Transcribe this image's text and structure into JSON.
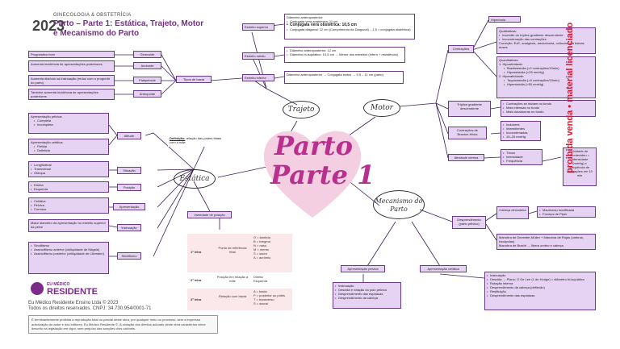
{
  "header": {
    "year": "2023",
    "subject": "GINECOLOGIA & OBSTETRÍCIA",
    "title": "Parto – Parte 1: Estática, Trajeto, Motor e Mecanismo do Parto"
  },
  "center": {
    "line1": "Parto",
    "line2": "Parte 1"
  },
  "hubs": {
    "trajeto": "Trajeto",
    "motor": "Motor",
    "estatica": "Estática",
    "mecanismo": "Mecanismo do Parto"
  },
  "trajeto": {
    "tipos_bacia": "Tipos de bacia",
    "bacia": [
      "Ginecoide",
      "Androide",
      "Platipeloide",
      "Antropoide"
    ],
    "bacia_desc": [
      "Prognóstico bom",
      "Aumenta incidência de apresentações posteriores",
      "Aumenta distócia na insinuação (reduz com o progredir do parto)",
      "Também aumenta incidência de apresentações posteriores"
    ],
    "estreitos": [
      "Estreito superior",
      "Estreito médio",
      "Estreito inferior"
    ],
    "sup_l1": "Diâmetro anteroposterior:",
    "sup_l2": "Conjugata vera anatômica: 11 cm",
    "sup_l3": "Conjugata vera obstétrica: 10,5 cm",
    "sup_l4": "Conjugata diagonal: 12 cm (Comprimento da Diagonal) – 1,5 = conjugata obstétrica)",
    "medio": [
      "Diâmetro anteroposterior: 12 cm",
      "Diâmetro bi-isquiático: 10,5 cm → Menor dos estreitos (ínfero + resistência)"
    ],
    "inferior": "Diâmetro anteroposterior → Conjugata exitus → 9,5 – 11 cm (parto)"
  },
  "motor": {
    "contracoes": "Contrações",
    "hipertonia": "Hipertonia",
    "qualitativas_title": "Qualitativas:",
    "qualitativas": [
      "Inversão do tríplice gradiente descendente",
      "Incoordenação das contrações"
    ],
    "qualitativas_tail": "Correção: ExE, analgesia, amniotomia, ocitocina em baixas doses",
    "quant_title": "Quantitativas:",
    "quant_h1": "1. Hipoatividade:",
    "quant_h1i": [
      "Bradissistolia (<2 contrações/10min)",
      "Hipossistolia (<25 mmHg)"
    ],
    "quant_h2": "2. Hiperatividade:",
    "quant_h2i": [
      "Taquissistolia (>5 contrações/10min)",
      "Hipersistolia (>50 mmHg)"
    ],
    "triplice": "Tríplice gradiente descendente",
    "triplice_desc": [
      "Contrações se iniciam no fundo",
      "Mais intensas no fundo",
      "Mais duradouras no fundo"
    ],
    "contracoes_braxton": "Contrações de Braxton-Hicks",
    "braxton_desc": [
      "Indolores",
      "Intermitentes",
      "Incoordenadas",
      "10–20 mmHg"
    ],
    "atividade": "Atividade uterina",
    "atividade_desc": [
      "Tônus",
      "Intensidade",
      "Frequência"
    ],
    "montevideo": "Unidade de Montevidéu = Intensidade (mmHg) x frequência de contrações em 10 min"
  },
  "estatica": {
    "definicao_label": "Definição:",
    "definicao": "relação das partes fetais com a mãe",
    "items": [
      "Atitude",
      "Situação",
      "Posição",
      "Apresentação",
      "Insinuação",
      "Sinclitismo"
    ],
    "atitude": [
      "Apresentação pélvica:",
      "Completa",
      "Incompleta"
    ],
    "atitude2": [
      "Apresentação cefálica:",
      "Fletida",
      "Defletida"
    ],
    "situacao": [
      "Longitudinal",
      "Transversal",
      "Oblíqua"
    ],
    "posicao": [
      "Direita",
      "Esquerda"
    ],
    "apresentacao": [
      "Cefálica",
      "Pélvica",
      "Córmica"
    ],
    "insinuacao": "Maior diâmetro da apresentação no estreito superior da pelve",
    "sinclitismo": [
      "Sinclitismo",
      "Assinclitismo anterior (obliquidade de Nägele)",
      "Assinclitismo posterior (obliquidade de Litzmann)"
    ],
    "variedade": "Variedade de posição",
    "table": [
      {
        "h": "1ª letra",
        "m": "Ponto de referência fetal",
        "r": [
          "O = lambda",
          "B = bregma",
          "N = naso",
          "M = mento",
          "S = sacro",
          "A = acrômio"
        ]
      },
      {
        "h": "2ª letra",
        "m": "Posição em relação à mãe",
        "r": [
          "Direita",
          "Esquerda"
        ]
      },
      {
        "h": "3ª letra",
        "m": "Relação com bacia",
        "r": [
          "A = bacia",
          "P = posterior ou púbis",
          "T = transverso",
          "S = sacral"
        ]
      }
    ]
  },
  "mecanismo": {
    "desprendimento": "Desprendimento (parto pélvico)",
    "cabeca": "Cabeça derradeira",
    "cabeca_items": [
      "Mauriceau modificada",
      "Fórceps de Piper"
    ],
    "manobras": [
      "Manobra de Deventer-Müller + Manobra de Rojas (ombros, escápulas)",
      "Manobra de Bracht → libera ombro e cabeça"
    ],
    "ap_pelvica": "Apresentação pélvica",
    "ap_pelvica_items": [
      "Insinuação",
      "Descida e rotação do polo pélvico",
      "Desprendimento das espáduas",
      "Desprendimento da cabeça"
    ],
    "ap_cefalica": "Apresentação cefálica",
    "ap_cefalica_items": [
      "Insinuação",
      "Descida → Plano: O De Lee (1 de Hodge) = diâmetro bi-isquiático",
      "Rotação interna",
      "Desprendimento da cabeça (deflexão)",
      "Restituição",
      "Desprendimento das espáduas"
    ]
  },
  "footer": {
    "brand_top": "EU MÉDICO",
    "brand": "RESIDENTE",
    "company": "Eu Médico Residente Ensino Ltda © 2023",
    "rights": "Todos os direitos reservados. CNPJ: 34.730.954/0001-71",
    "notice": "É terminantemente proibida a reprodução total ou parcial deste obra, por qualquer meio ou processo, sem a expressa autorização do autor e dos editores. Eu Médico Residente ©. A violação dos direitos autorais deste obra caracteriza crime descrito na legislação em vigor, sem prejuízo das sanções civis cabíveis."
  },
  "watermark": "proibida venda • material licenciado",
  "colors": {
    "box": "#e6d2f2",
    "border": "#6a3a8a",
    "title": "#7b2a8c",
    "watermark": "#e0102a",
    "center": "#b82f8e"
  }
}
